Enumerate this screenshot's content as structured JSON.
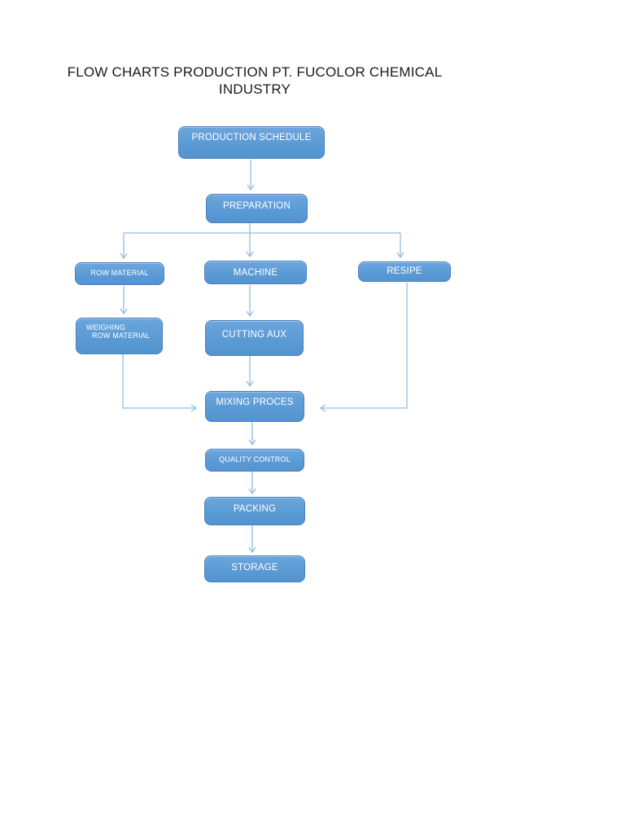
{
  "page": {
    "title_line1": "FLOW CHARTS PRODUCTION PT. FUCOLOR CHEMICAL",
    "title_line2": "INDUSTRY"
  },
  "flowchart": {
    "nodes": {
      "production_schedule": {
        "label": "PRODUCTION SCHEDULE"
      },
      "preparation": {
        "label": "PREPARATION"
      },
      "row_material": {
        "label": "ROW MATERIAL"
      },
      "machine": {
        "label": "MACHINE"
      },
      "resipe": {
        "label": "RESIPE"
      },
      "weighing": {
        "label_line1": "WEIGHING",
        "label_line2": "ROW MATERIAL"
      },
      "cutting_aux": {
        "label": "CUTTING AUX"
      },
      "mixing_proces": {
        "label": "MIXING PROCES"
      },
      "quality_control": {
        "label": "QUALITY CONTROL"
      },
      "packing": {
        "label": "PACKING"
      },
      "storage": {
        "label": "STORAGE"
      }
    },
    "edges": [
      [
        "PRODUCTION SCHEDULE",
        "PREPARATION"
      ],
      [
        "PREPARATION",
        "ROW MATERIAL"
      ],
      [
        "PREPARATION",
        "MACHINE"
      ],
      [
        "PREPARATION",
        "RESIPE"
      ],
      [
        "ROW MATERIAL",
        "WEIGHING ROW MATERIAL"
      ],
      [
        "MACHINE",
        "CUTTING AUX"
      ],
      [
        "WEIGHING ROW MATERIAL",
        "MIXING PROCES"
      ],
      [
        "CUTTING AUX",
        "MIXING PROCES"
      ],
      [
        "RESIPE",
        "MIXING PROCES"
      ],
      [
        "MIXING PROCES",
        "QUALITY CONTROL"
      ],
      [
        "QUALITY CONTROL",
        "PACKING"
      ],
      [
        "PACKING",
        "STORAGE"
      ]
    ],
    "colors": {
      "node_fill": "#5B9BD5",
      "node_fill_light": "#6CA6DD",
      "node_border": "#4A80BE",
      "node_text": "#FFFFFF",
      "connector": "#94BCE1",
      "title_text": "#1B1B1B",
      "page_background": "#FFFFFF"
    }
  }
}
